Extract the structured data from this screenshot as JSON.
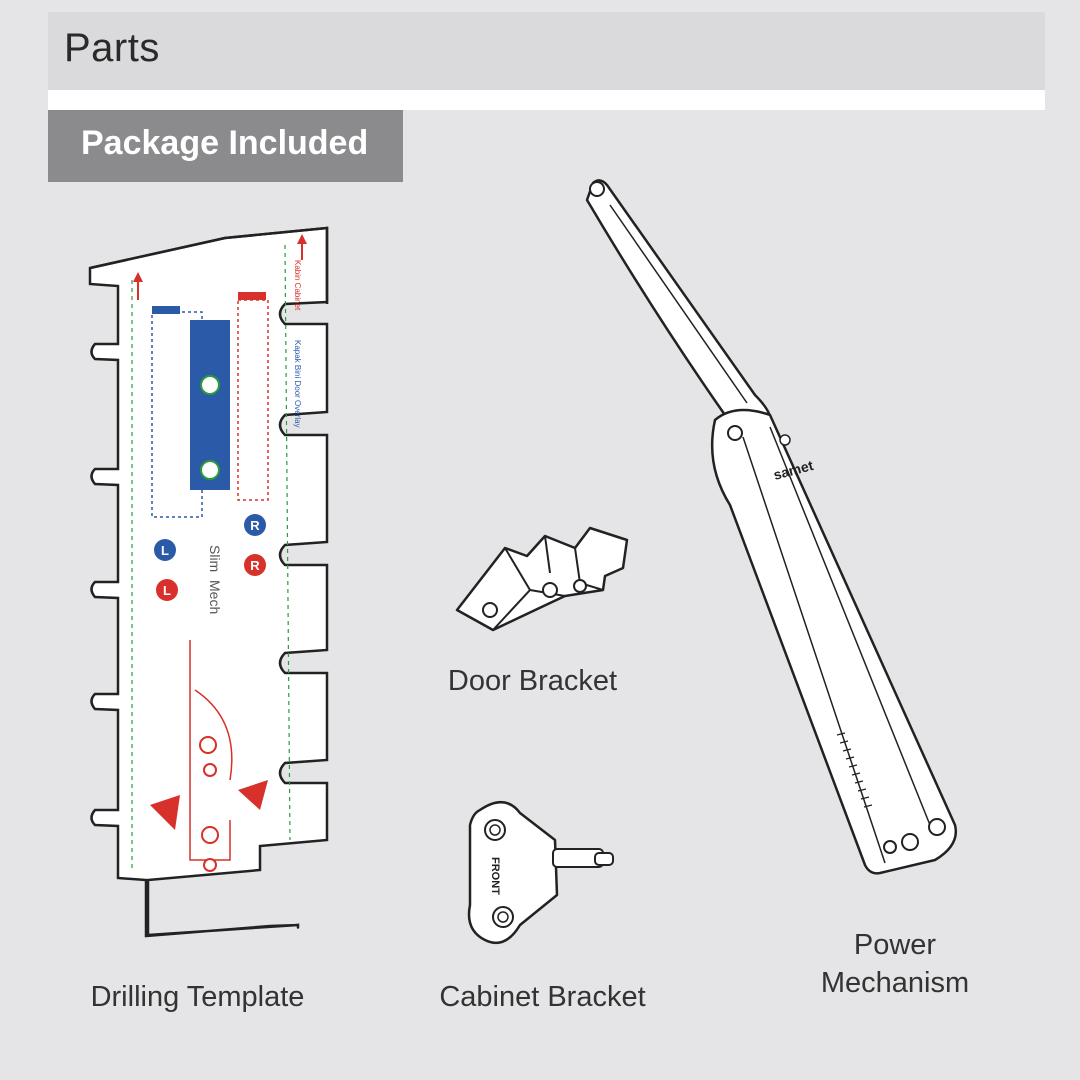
{
  "header": {
    "title": "Parts"
  },
  "badge": {
    "label": "Package Included"
  },
  "parts": {
    "drilling_template": {
      "label": "Drilling Template",
      "print": {
        "brand_top": "Slim",
        "brand_bottom": "Mech",
        "left_marker": "L",
        "right_marker": "R",
        "overlay_tr": "Kapak Bini Door Overlay",
        "cabinet_tag": "Kabin Cabinet"
      }
    },
    "door_bracket": {
      "label": "Door Bracket"
    },
    "cabinet_bracket": {
      "label": "Cabinet Bracket",
      "stamp": "FRONT"
    },
    "power_mechanism": {
      "label_line1": "Power",
      "label_line2": "Mechanism",
      "brand": "samet"
    }
  }
}
